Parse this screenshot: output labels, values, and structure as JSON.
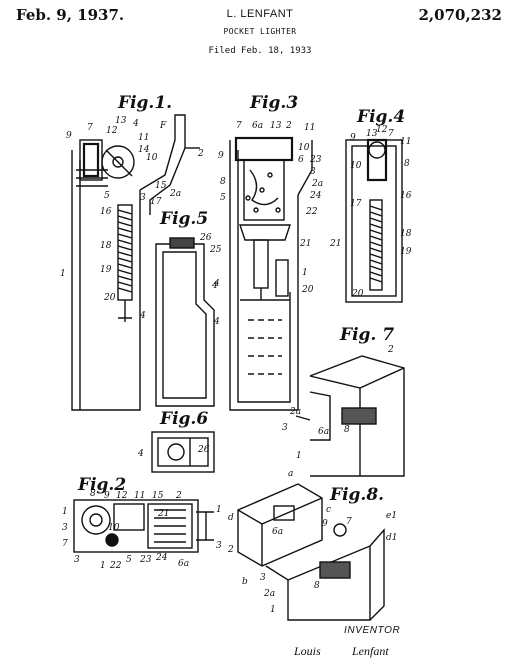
{
  "header": {
    "date": "Feb. 9, 1937.",
    "inventor_name": "L. LENFANT",
    "patent_number": "2,070,232",
    "title": "POCKET LIGHTER",
    "filed": "Filed Feb. 18, 1933"
  },
  "figures": [
    {
      "id": "fig1",
      "label": "Fig.1."
    },
    {
      "id": "fig3",
      "label": "Fig.3"
    },
    {
      "id": "fig4",
      "label": "Fig.4"
    },
    {
      "id": "fig5",
      "label": "Fig.5"
    },
    {
      "id": "fig6",
      "label": "Fig.6"
    },
    {
      "id": "fig7",
      "label": "Fig. 7"
    },
    {
      "id": "fig2",
      "label": "Fig.2"
    },
    {
      "id": "fig8",
      "label": "Fig.8."
    }
  ],
  "fig1_numbers": [
    "9",
    "7",
    "12",
    "13",
    "4",
    "11",
    "F",
    "2",
    "14",
    "10",
    "15",
    "3",
    "17",
    "2a",
    "5",
    "16",
    "18",
    "19",
    "20",
    "1",
    "4"
  ],
  "fig3_numbers": [
    "7",
    "6a",
    "13",
    "2",
    "11",
    "10",
    "9",
    "6",
    "23",
    "8",
    "3",
    "5",
    "2a",
    "24",
    "22",
    "21",
    "25",
    "4",
    "1",
    "20"
  ],
  "fig4_numbers": [
    "9",
    "13",
    "12",
    "7",
    "11",
    "10",
    "8",
    "16",
    "17",
    "18",
    "21",
    "19",
    "20"
  ],
  "fig5_numbers": [
    "26",
    "4",
    "4"
  ],
  "fig6_numbers": [
    "4",
    "26"
  ],
  "fig7_numbers": [
    "2",
    "3",
    "2a",
    "6a",
    "8",
    "1"
  ],
  "fig2_numbers": [
    "8",
    "9",
    "12",
    "11",
    "15",
    "2",
    "1",
    "3",
    "7",
    "3",
    "10",
    "21",
    "1",
    "5",
    "22",
    "23",
    "24",
    "6a",
    "1",
    "3"
  ],
  "fig8_numbers": [
    "a",
    "d",
    "6a",
    "c",
    "9",
    "7",
    "e1",
    "d1",
    "2",
    "b",
    "3",
    "2a",
    "8",
    "1"
  ],
  "signature": {
    "role": "INVENTOR",
    "first_name": "Louis",
    "last_name": "Lenfant"
  }
}
